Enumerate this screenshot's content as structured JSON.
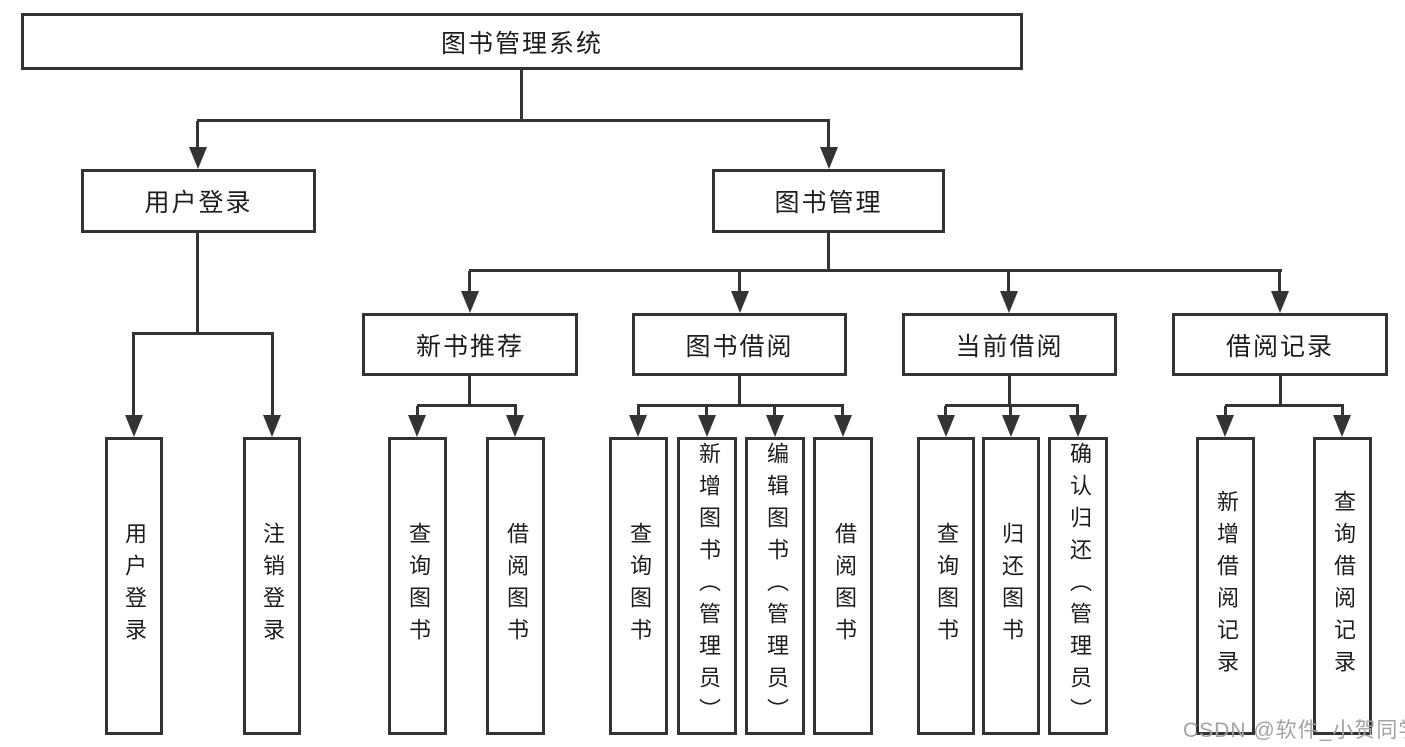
{
  "diagram_type": "hierarchy-diagram",
  "colors": {
    "background": "#ffffff",
    "line": "#333333",
    "text": "#1d1d1f",
    "watermark": "#a3a3a3",
    "node_background": "#ffffff"
  },
  "tree": {
    "label": "图书管理系统",
    "children": [
      {
        "label": "用户登录",
        "children": [
          {
            "label": "用户登录"
          },
          {
            "label": "注销登录"
          }
        ]
      },
      {
        "label": "图书管理",
        "children": [
          {
            "label": "新书推荐",
            "children": [
              {
                "label": "查询图书"
              },
              {
                "label": "借阅图书"
              }
            ]
          },
          {
            "label": "图书借阅",
            "children": [
              {
                "label": "查询图书"
              },
              {
                "label": "新增图书（管理员）"
              },
              {
                "label": "编辑图书（管理员）"
              },
              {
                "label": "借阅图书"
              }
            ]
          },
          {
            "label": "当前借阅",
            "children": [
              {
                "label": "查询图书"
              },
              {
                "label": "归还图书"
              },
              {
                "label": "确认归还（管理员）"
              }
            ]
          },
          {
            "label": "借阅记录",
            "children": [
              {
                "label": "新增借阅记录"
              },
              {
                "label": "查询借阅记录"
              }
            ]
          }
        ]
      }
    ]
  },
  "watermark": {
    "text": "CSDN @软件_小贺同学"
  }
}
